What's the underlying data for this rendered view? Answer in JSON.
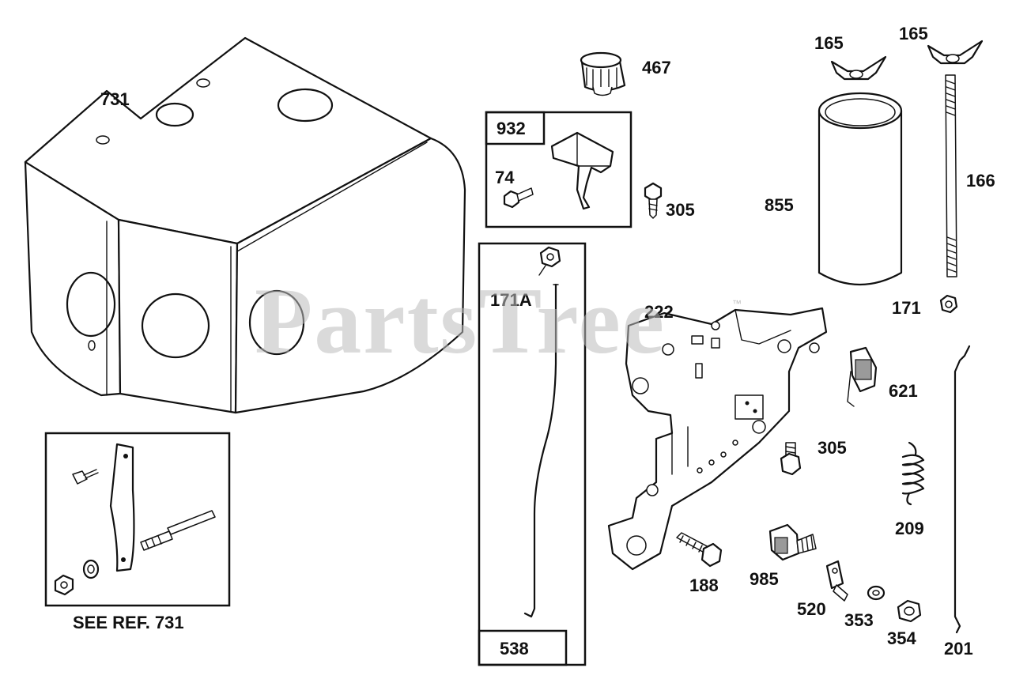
{
  "watermark": "PartsTree",
  "watermark_mark": "™",
  "part_labels": {
    "p731": "731",
    "p467": "467",
    "p932": "932",
    "p74": "74",
    "p305a": "305",
    "p165a": "165",
    "p165b": "165",
    "p166": "166",
    "p855": "855",
    "p171": "171",
    "p171a": "171A",
    "p222": "222",
    "p621": "621",
    "p305b": "305",
    "p209": "209",
    "p188": "188",
    "p985": "985",
    "p520": "520",
    "p353": "353",
    "p354": "354",
    "p201": "201",
    "p538": "538"
  },
  "inset_caption": "SEE REF. 731",
  "colors": {
    "line": "#111111",
    "background": "#ffffff",
    "watermark": "#bdbdbd"
  }
}
